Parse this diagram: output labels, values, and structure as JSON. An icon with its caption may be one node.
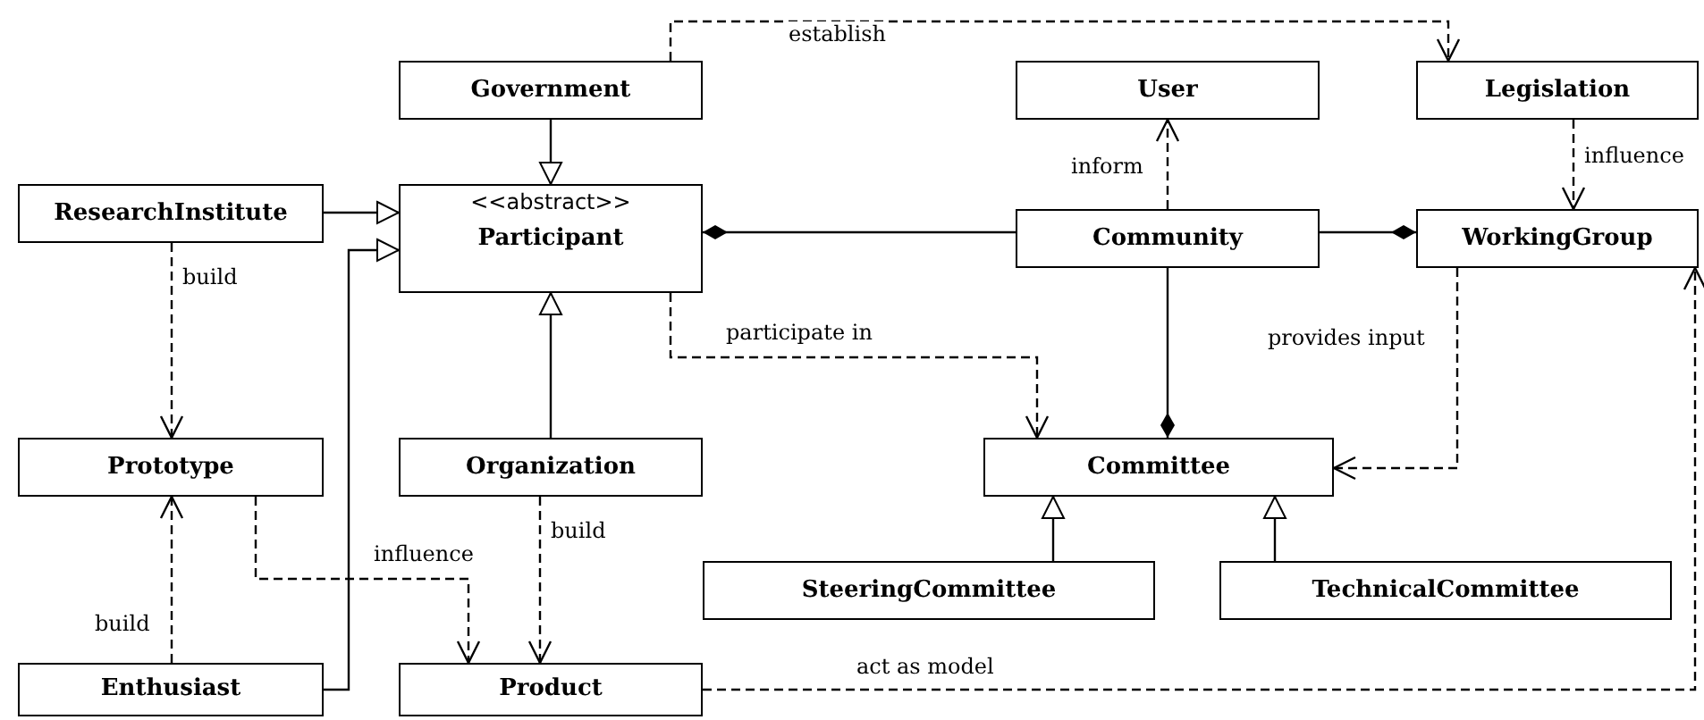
{
  "diagram": {
    "nodes": [
      {
        "text": [
          "Government"
        ]
      },
      {
        "text": [
          "User"
        ]
      },
      {
        "text": [
          "Legislation"
        ]
      },
      {
        "text": [
          "ResearchInstitute"
        ]
      },
      {
        "text": [
          "<<abstract>>",
          "Participant"
        ]
      },
      {
        "text": [
          "Community"
        ]
      },
      {
        "text": [
          "WorkingGroup"
        ]
      },
      {
        "text": [
          "Prototype"
        ]
      },
      {
        "text": [
          "Organization"
        ]
      },
      {
        "text": [
          "Committee"
        ]
      },
      {
        "text": [
          "SteeringCommittee"
        ]
      },
      {
        "text": [
          "TechnicalCommittee"
        ]
      },
      {
        "text": [
          "Enthusiast"
        ]
      },
      {
        "text": [
          "Product"
        ]
      }
    ],
    "edges": [
      {
        "from": 0,
        "to": 4,
        "arrow": "to"
      },
      {
        "from": 3,
        "to": 4,
        "arrow": "to"
      },
      {
        "from": 12,
        "to": 4,
        "arrow": "to"
      },
      {
        "from": 8,
        "to": 4,
        "arrow": "to"
      },
      {
        "from": 5,
        "to": 4,
        "arrow": "other"
      },
      {
        "from": 5,
        "to": 6,
        "arrow": "other"
      },
      {
        "from": 5,
        "to": 9,
        "arrow": "other"
      },
      {
        "from": 0,
        "to": 2,
        "arrow": "to",
        "label": "establish",
        "style": "dashed"
      },
      {
        "from": 5,
        "to": 1,
        "arrow": "to",
        "label": "inform",
        "style": "dashed"
      },
      {
        "from": 2,
        "to": 6,
        "arrow": "to",
        "label": "influence",
        "style": "dashed"
      },
      {
        "from": 3,
        "to": 7,
        "arrow": "to",
        "label": "build",
        "style": "dashed"
      },
      {
        "from": 4,
        "to": 9,
        "arrow": "to",
        "label": "participate in",
        "style": "dashed"
      },
      {
        "from": 6,
        "to": 9,
        "arrow": "to",
        "label": "provides input",
        "style": "dashed"
      },
      {
        "from": 12,
        "to": 7,
        "arrow": "to",
        "label": "build",
        "style": "dashed"
      },
      {
        "from": 7,
        "to": 13,
        "arrow": "to",
        "label": "influence",
        "style": "dashed"
      },
      {
        "from": 8,
        "to": 13,
        "arrow": "to",
        "label": "build",
        "style": "dashed"
      },
      {
        "from": 13,
        "to": 6,
        "arrow": "to",
        "label": "act as model",
        "style": "dashed"
      },
      {
        "from": 10,
        "to": 9,
        "arrow": "to"
      },
      {
        "from": 11,
        "to": 9,
        "arrow": "to"
      }
    ]
  }
}
